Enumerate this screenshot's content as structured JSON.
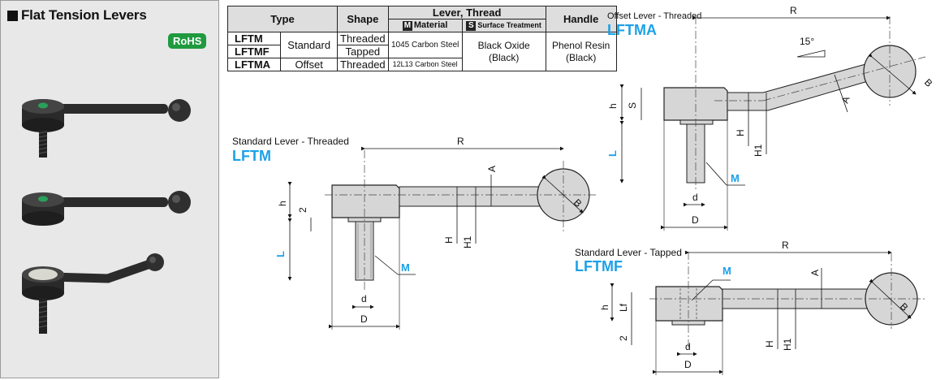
{
  "left_panel": {
    "title": "Flat Tension Levers",
    "rohs_badge": "RoHS"
  },
  "spec_table": {
    "headers": {
      "type": "Type",
      "shape": "Shape",
      "lever_thread": "Lever, Thread",
      "material_mark": "M",
      "material": "Material",
      "surface_mark": "S",
      "surface": "Surface Treatment",
      "handle": "Handle"
    },
    "rows": [
      {
        "code": "LFTM",
        "type": "Standard",
        "shape": "Threaded",
        "material": "1045 Carbon Steel",
        "surface": "Black Oxide (Black)",
        "handle": "Phenol Resin (Black)"
      },
      {
        "code": "LFTMF",
        "shape": "Tapped"
      },
      {
        "code": "LFTMA",
        "type": "Offset",
        "shape": "Threaded",
        "material": "12L13 Carbon Steel"
      }
    ]
  },
  "drawings": {
    "lftm": {
      "caption": "Standard Lever - Threaded",
      "code": "LFTM",
      "dims": {
        "R": "R",
        "A": "A",
        "B": "B",
        "h": "h",
        "two": "2",
        "L": "L",
        "H": "H",
        "H1": "H1",
        "M": "M",
        "d": "d",
        "D": "D"
      }
    },
    "lftma": {
      "caption": "Offset Lever - Threaded",
      "code": "LFTMA",
      "dims": {
        "R": "R",
        "angle": "15°",
        "A": "A",
        "B": "B",
        "h": "h",
        "S": "S",
        "L": "L",
        "H": "H",
        "H1": "H1",
        "M": "M",
        "d": "d",
        "D": "D"
      }
    },
    "lftmf": {
      "caption": "Standard Lever - Tapped",
      "code": "LFTMF",
      "dims": {
        "R": "R",
        "A": "A",
        "B": "B",
        "h": "h",
        "Lf": "Lf",
        "two": "2",
        "H": "H",
        "H1": "H1",
        "M": "M",
        "d": "d",
        "D": "D"
      }
    }
  },
  "colors": {
    "accent_blue": "#1da1e6",
    "rohs_green": "#1f9a3e",
    "panel_gray": "#e8e8e8"
  }
}
